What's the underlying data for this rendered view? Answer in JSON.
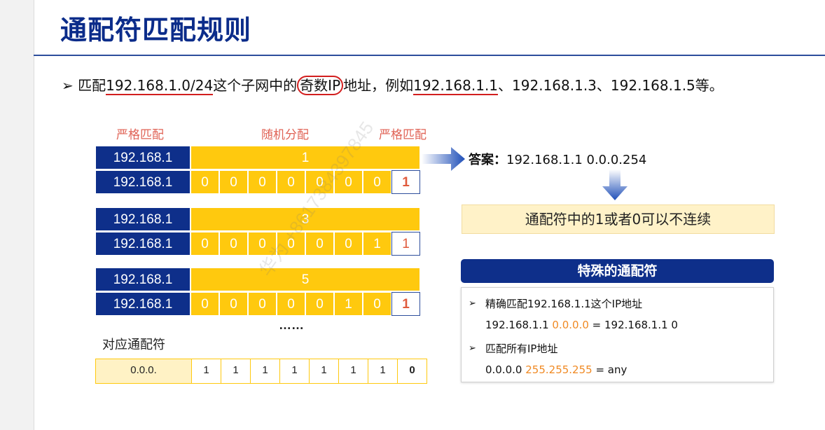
{
  "title": "通配符匹配规则",
  "intro": {
    "bullet": "➢",
    "p1": "匹配",
    "net": "192.168.1.0/24",
    "p2": "这个子网中的",
    "circled": "奇数IP",
    "p3": "地址，例如",
    "ex1": "192.168.1.1",
    "sep1": "、",
    "ex2": "192.168.1.3",
    "sep2": "、",
    "ex3": "192.168.1.5",
    "p4": "等。"
  },
  "headers": {
    "left": "严格匹配",
    "middle": "随机分配",
    "right": "严格匹配"
  },
  "groups": [
    {
      "net": "192.168.1",
      "value": "1",
      "bits": [
        "0",
        "0",
        "0",
        "0",
        "0",
        "0",
        "0",
        "1"
      ]
    },
    {
      "net": "192.168.1",
      "value": "3",
      "bits": [
        "0",
        "0",
        "0",
        "0",
        "0",
        "0",
        "1",
        "1"
      ]
    },
    {
      "net": "192.168.1",
      "value": "5",
      "bits": [
        "0",
        "0",
        "0",
        "0",
        "0",
        "1",
        "0",
        "1"
      ]
    }
  ],
  "ellipsis": "……",
  "wildcard_label": "对应通配符",
  "wildcard": {
    "net": "0.0.0.",
    "bits": [
      "1",
      "1",
      "1",
      "1",
      "1",
      "1",
      "1",
      "0"
    ]
  },
  "answer": {
    "label": "答案：",
    "value": "192.168.1.1  0.0.0.254"
  },
  "note": "通配符中的1或者0可以不连续",
  "special": {
    "title": "特殊的通配符",
    "item1": {
      "bullet": "➢",
      "text": "精确匹配192.168.1.1这个IP地址"
    },
    "line1": {
      "a": "192.168.1.1 ",
      "b": "0.0.0.0",
      "c": "  = 192.168.1.1 0"
    },
    "item2": {
      "bullet": "➢",
      "text": "匹配所有IP地址"
    },
    "line2": {
      "a": "0.0.0.0 ",
      "b": "255.255.255",
      "c": " = any"
    }
  },
  "watermark": "华为 +8617384397845",
  "colors": {
    "navy": "#0e2f8a",
    "yellow": "#ffc90e",
    "red": "#e05a3c",
    "orange": "#f08a24",
    "note_bg": "#fff2c8"
  }
}
